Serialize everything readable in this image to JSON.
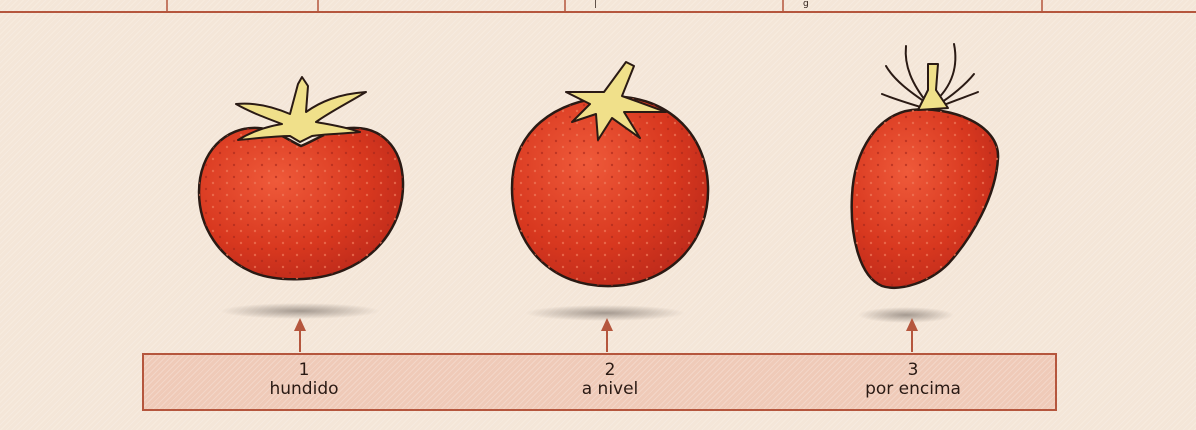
{
  "labels": [
    {
      "number": "1",
      "text": "hundido"
    },
    {
      "number": "2",
      "text": "a nivel"
    },
    {
      "number": "3",
      "text": "por encima"
    }
  ],
  "colors": {
    "background": "#f4e6d8",
    "strip_fill": "#efcab8",
    "strip_border": "#b5563d",
    "berry_red": "#d8381f",
    "calyx_yellow": "#f0e08a",
    "arrow": "#b5563d"
  }
}
